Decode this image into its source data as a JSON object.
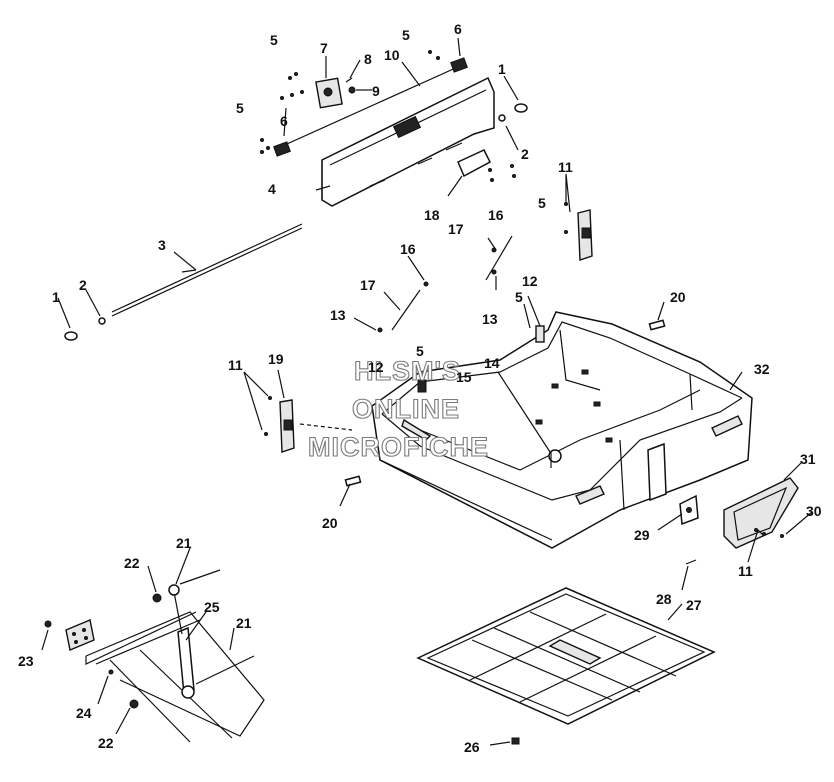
{
  "watermark": {
    "line1": "HLSM'S",
    "line2": "ONLINE",
    "line3": "MICROFICHE"
  },
  "callouts": {
    "c1_top": "1",
    "c1_left": "1",
    "c2_top": "2",
    "c2_left": "2",
    "c3": "3",
    "c4": "4",
    "c5_a": "5",
    "c5_b": "5",
    "c5_c": "5",
    "c5_d": "5",
    "c5_e": "5",
    "c5_f": "5",
    "c6_a": "6",
    "c6_b": "6",
    "c7": "7",
    "c8": "8",
    "c9": "9",
    "c10": "10",
    "c11_a": "11",
    "c11_b": "11",
    "c11_c": "11",
    "c12_a": "12",
    "c12_b": "12",
    "c13_a": "13",
    "c13_b": "13",
    "c14": "14",
    "c15": "15",
    "c16_a": "16",
    "c16_b": "16",
    "c17_a": "17",
    "c17_b": "17",
    "c18": "18",
    "c19": "19",
    "c20_a": "20",
    "c20_b": "20",
    "c21_a": "21",
    "c21_b": "21",
    "c22_a": "22",
    "c22_b": "22",
    "c23": "23",
    "c24": "24",
    "c25": "25",
    "c26": "26",
    "c27": "27",
    "c28": "28",
    "c29": "29",
    "c30": "30",
    "c31": "31",
    "c32": "32"
  }
}
